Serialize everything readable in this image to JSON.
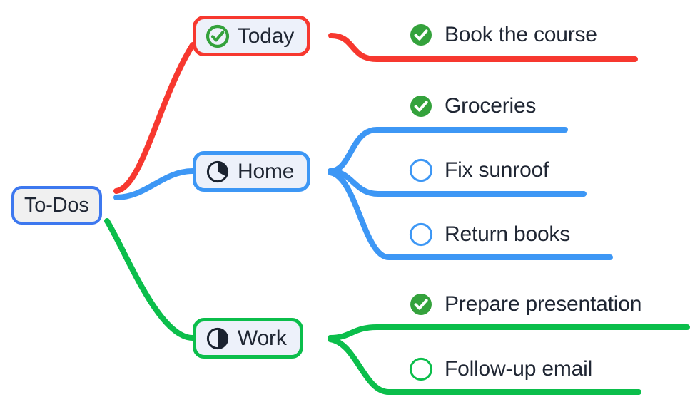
{
  "mindmap": {
    "title": "To-Dos",
    "colors": {
      "red": "#f7382f",
      "blue": "#3d97f5",
      "green": "#0bbe4b",
      "check_green": "#34a23c",
      "node_fill": "#edf1fa",
      "root_fill": "#f0f0f0",
      "text": "#1f2633",
      "icon_dark": "#1b2330"
    },
    "root": {
      "label": "To-Dos",
      "icon": "none"
    },
    "branches": [
      {
        "label": "Today",
        "color_name": "red",
        "color": "#f7382f",
        "icon": "check-circle-outline-icon",
        "progress": 1.0,
        "children": [
          {
            "label": "Book the course",
            "icon": "check-circle-filled-icon",
            "done": true
          }
        ]
      },
      {
        "label": "Home",
        "color_name": "blue",
        "color": "#3d97f5",
        "icon": "pie-progress-third-icon",
        "progress": 0.33,
        "children": [
          {
            "label": "Groceries",
            "icon": "check-circle-filled-icon",
            "done": true
          },
          {
            "label": "Fix sunroof",
            "icon": "circle-outline-icon",
            "done": false
          },
          {
            "label": "Return books",
            "icon": "circle-outline-icon",
            "done": false
          }
        ]
      },
      {
        "label": "Work",
        "color_name": "green",
        "color": "#0bbe4b",
        "icon": "pie-progress-half-icon",
        "progress": 0.5,
        "children": [
          {
            "label": "Prepare presentation",
            "icon": "check-circle-filled-icon",
            "done": true
          },
          {
            "label": "Follow-up email",
            "icon": "circle-outline-icon",
            "done": false
          }
        ]
      }
    ]
  }
}
